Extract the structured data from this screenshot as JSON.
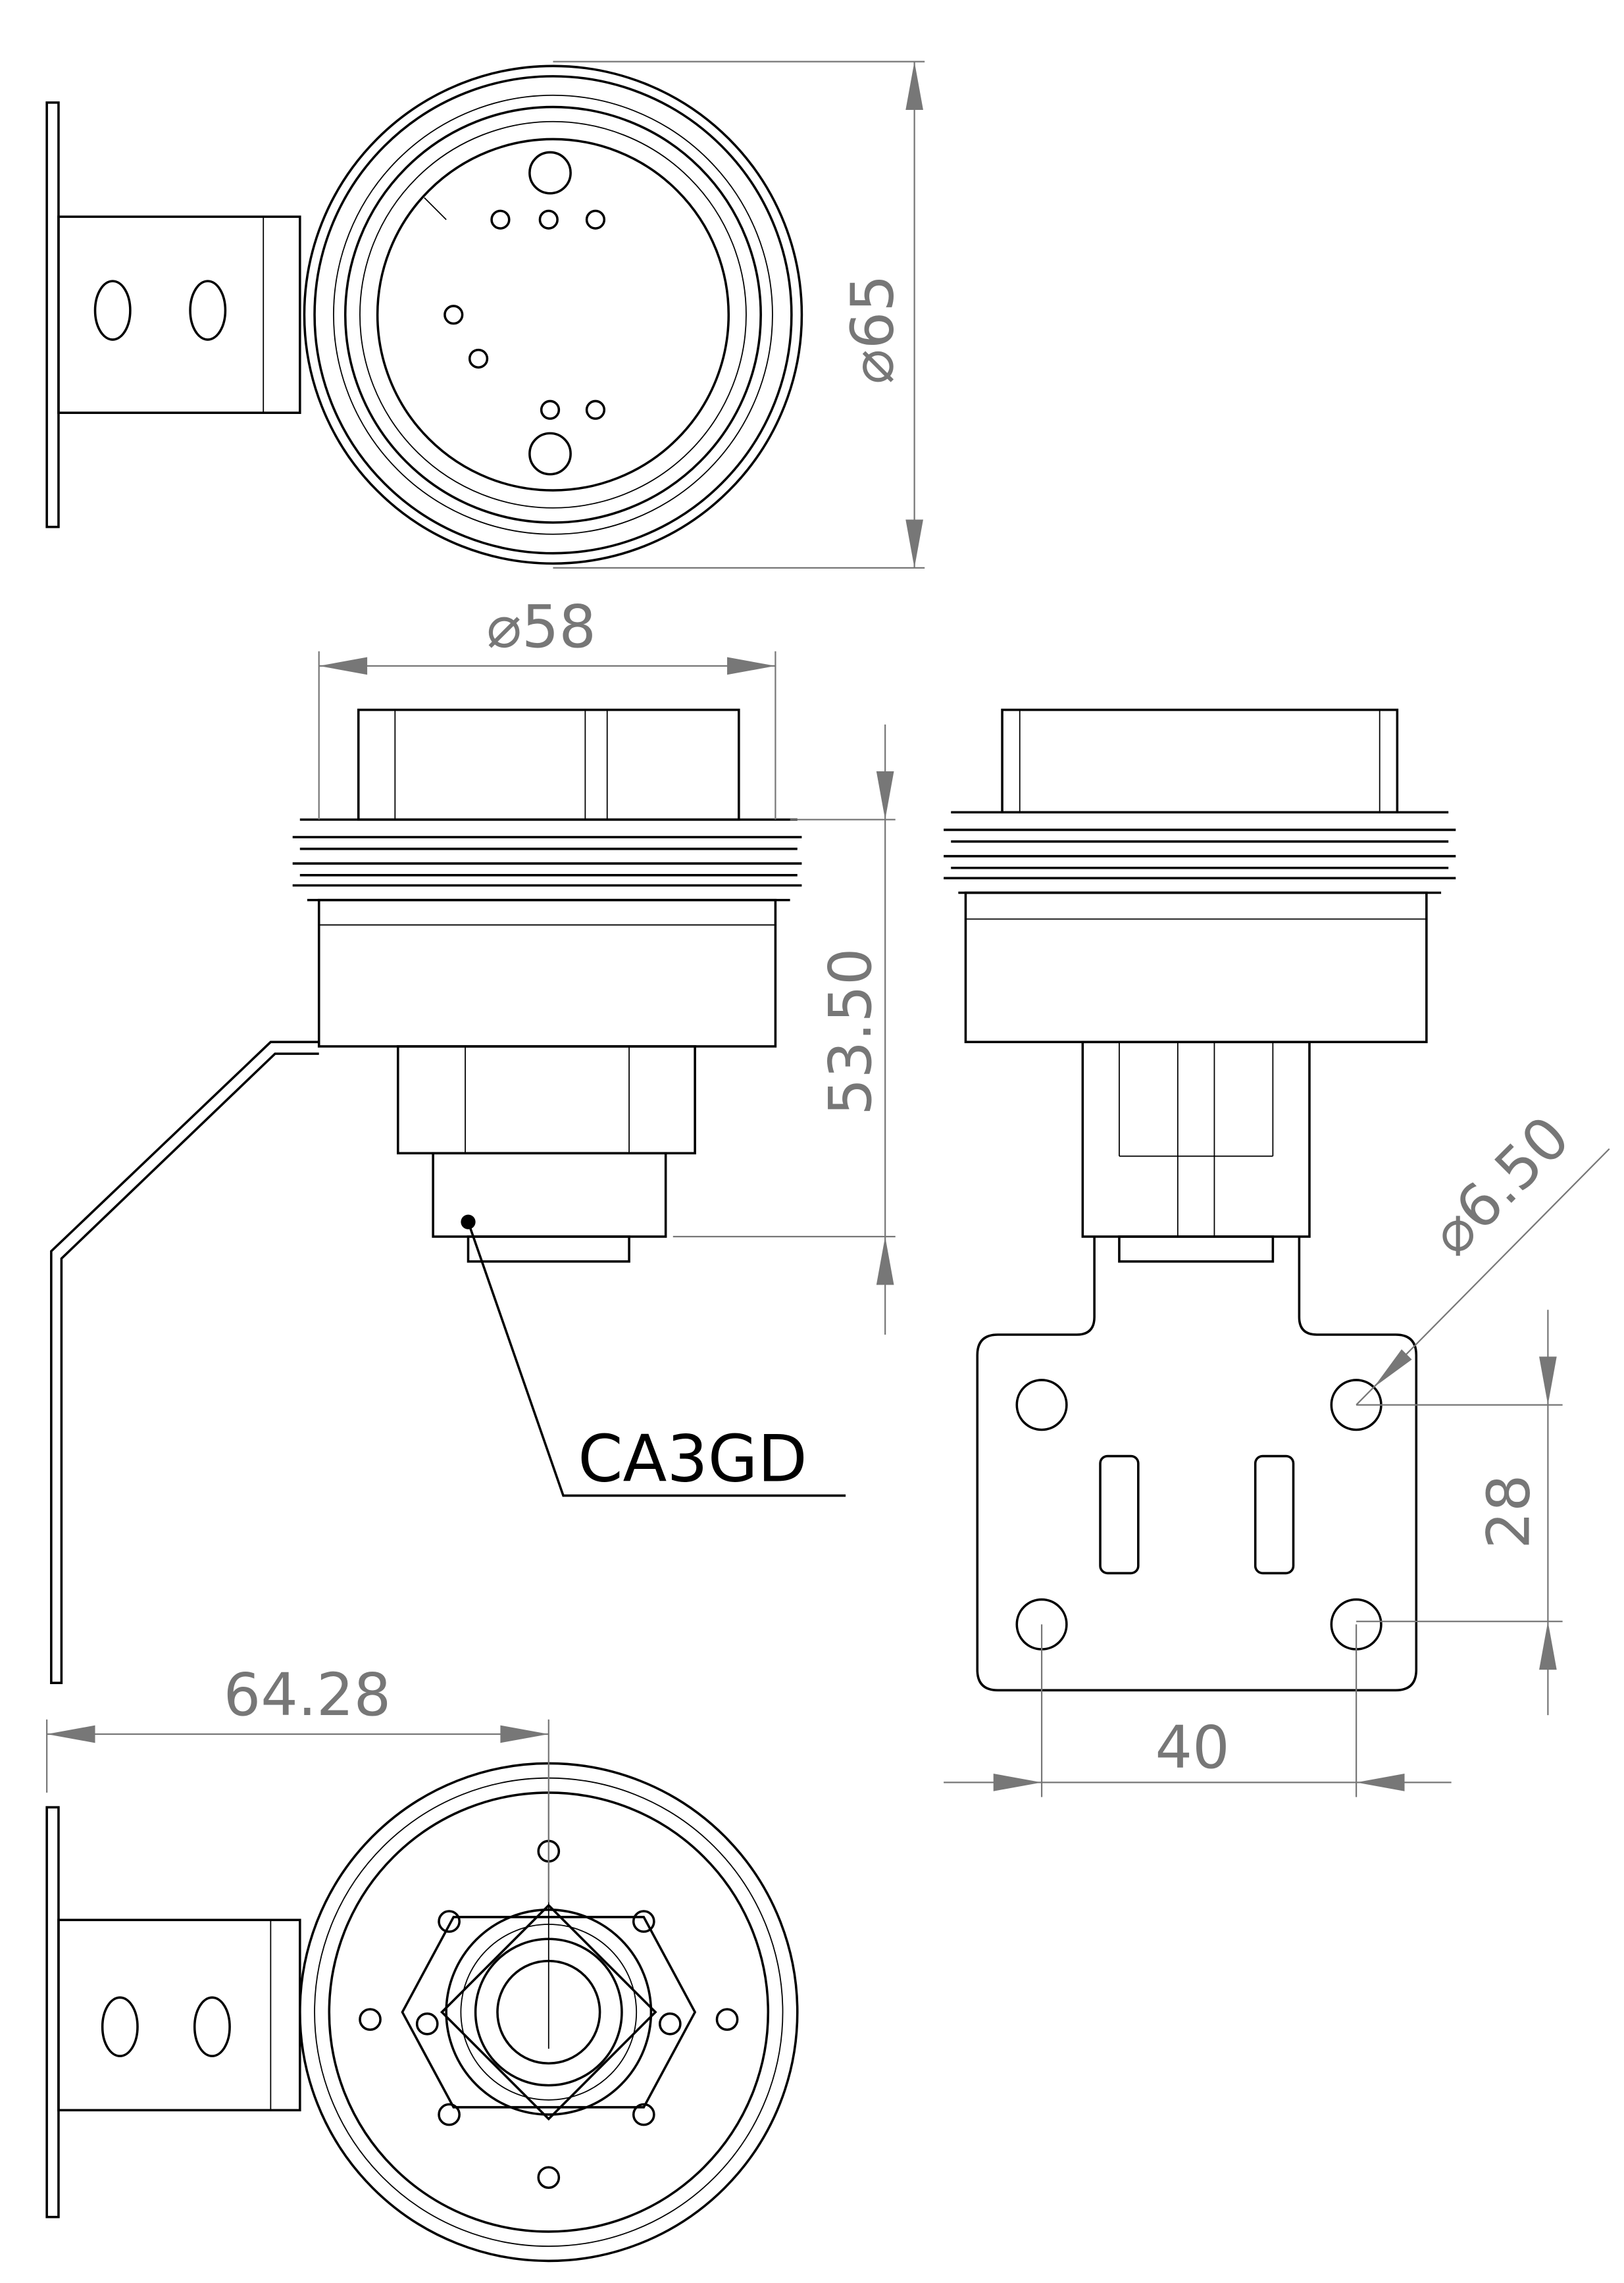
{
  "drawing": {
    "dimensions": {
      "top_diameter": "⌀65",
      "thread_diameter": "⌀58",
      "height": "53.50",
      "hole_diameter": "⌀6.50",
      "hole_spacing_vertical": "28",
      "hole_spacing_horizontal": "40",
      "bracket_offset": "64.28"
    },
    "part_label": "CA3GD"
  }
}
